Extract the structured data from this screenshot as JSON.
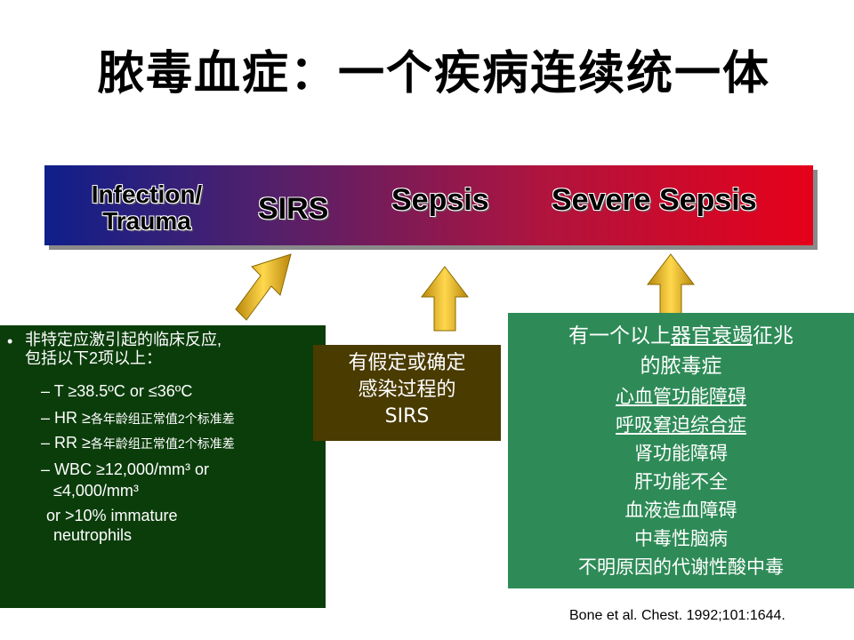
{
  "title": "脓毒血症：一个疾病连续统一体",
  "bar": {
    "labels": {
      "infection_line1": "Infection/",
      "infection_line2": "Trauma",
      "sirs": "SIRS",
      "sepsis": "Sepsis",
      "severe_sepsis": "Severe Sepsis"
    },
    "colors": {
      "start": "#0f1f8a",
      "end": "#e6001a",
      "arrow": "#d4a017"
    }
  },
  "sirs_box": {
    "bullet": "•",
    "intro_line1": "非特定应激引起的临床反应,",
    "intro_line2": "包括以下2项以上：",
    "criteria": [
      {
        "dash": "–",
        "main": "T  ≥38.5ºC or  ≤36ºC",
        "note": ""
      },
      {
        "dash": "–",
        "main": "HR  ≥",
        "note": "各年龄组正常值2个标准差"
      },
      {
        "dash": "–",
        "main": "RR  ≥",
        "note": "各年龄组正常值2个标准差"
      },
      {
        "dash": "–",
        "main": "WBC   ≥12,000/mm³ or",
        "note": ""
      }
    ],
    "wbc_line2": "≤4,000/mm³",
    "wbc_line3": "or >10% immature",
    "wbc_line4": "neutrophils",
    "color": "#0b3d0b"
  },
  "sepsis_box": {
    "line1": "有假定或确定",
    "line2": "感染过程的",
    "line3": "SIRS",
    "color": "#4a3b00"
  },
  "severe_box": {
    "line1_prefix": "有一个以上",
    "line1_link": "器官衰竭",
    "line1_suffix": "征兆",
    "line2": "的脓毒症",
    "items": [
      "心血管功能障碍",
      "呼吸窘迫综合症",
      "肾功能障碍",
      "肝功能不全",
      "血液造血障碍",
      "中毒性脑病",
      "不明原因的代谢性酸中毒"
    ],
    "color": "#2e8b57"
  },
  "citation": "Bone et al. Chest. 1992;101:1644."
}
